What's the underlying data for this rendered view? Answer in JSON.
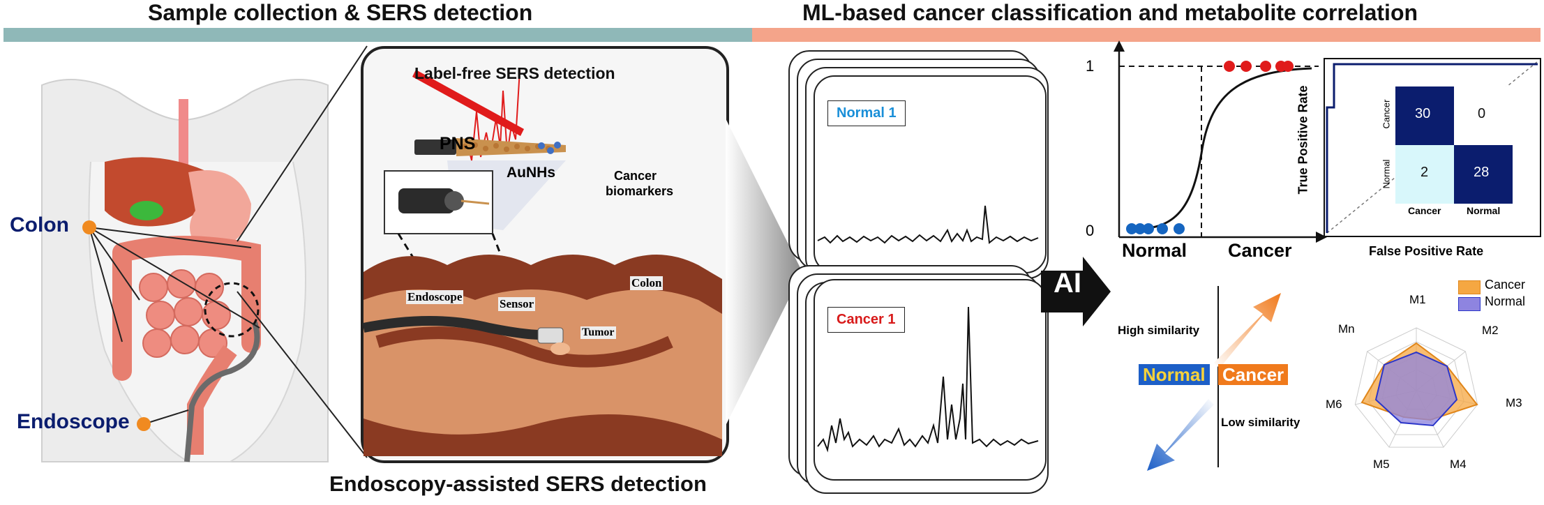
{
  "headers": {
    "left": "Sample collection & SERS detection",
    "right": "ML-based cancer classification and metabolite correlation"
  },
  "anatomy": {
    "colon_label": "Colon",
    "endoscope_label": "Endoscope"
  },
  "sers_panel": {
    "label_free": "Label-free SERS detection",
    "pns": "PNS",
    "aunhs": "AuNHs",
    "cancer_biomarkers_line1": "Cancer",
    "cancer_biomarkers_line2": "biomarkers",
    "endoscope": "Endoscope",
    "sensor": "Sensor",
    "colon": "Colon",
    "tumor": "Tumor",
    "caption": "Endoscopy-assisted SERS detection"
  },
  "spectra": {
    "normal_tag": "Normal 1",
    "cancer_tag": "Cancer 1"
  },
  "ai_label": "AI",
  "sigmoid_chart": {
    "y_top": "1",
    "y_bottom": "0",
    "x_left": "Normal",
    "x_right": "Cancer"
  },
  "roc": {
    "ylabel": "True Positive Rate",
    "xlabel": "False Positive Rate",
    "confusion": {
      "row_labels": [
        "Cancer",
        "Normal"
      ],
      "col_labels": [
        "Cancer",
        "Normal"
      ],
      "cells": [
        "30",
        "0",
        "2",
        "28"
      ]
    }
  },
  "similarity": {
    "high": "High similarity",
    "low": "Low similarity",
    "normal": "Normal",
    "cancer": "Cancer"
  },
  "radar": {
    "axes": [
      "M1",
      "M2",
      "M3",
      "M4",
      "M5",
      "M6",
      "Mn"
    ],
    "legend": [
      "Cancer",
      "Normal"
    ]
  },
  "colors": {
    "bar_left": "#8fb8b8",
    "bar_right": "#f4a48a",
    "navy": "#0b1d6e",
    "blue_dot": "#1565c0",
    "red_dot": "#e01b1b",
    "orange": "#f5a742",
    "purple": "#8e84e0"
  }
}
